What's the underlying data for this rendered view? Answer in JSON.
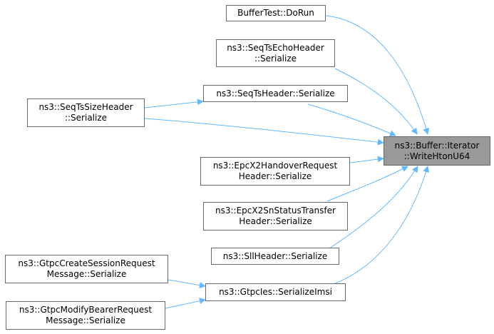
{
  "graph": {
    "edge_color": "#63b8ff",
    "target": {
      "line1": "ns3::Buffer::Iterator",
      "line2": "::WriteHtonU64",
      "fill": "#999999"
    },
    "nodes": {
      "buffertest": {
        "line1": "BufferTest::DoRun"
      },
      "seqtsecho": {
        "line1": "ns3::SeqTsEchoHeader",
        "line2": "::Serialize"
      },
      "seqtsheader": {
        "line1": "ns3::SeqTsHeader::Serialize"
      },
      "seqtssize": {
        "line1": "ns3::SeqTsSizeHeader",
        "line2": "::Serialize"
      },
      "epcx2handover": {
        "line1": "ns3::EpcX2HandoverRequest",
        "line2": "Header::Serialize"
      },
      "epcx2sn": {
        "line1": "ns3::EpcX2SnStatusTransfer",
        "line2": "Header::Serialize"
      },
      "sllheader": {
        "line1": "ns3::SllHeader::Serialize"
      },
      "gtpcies": {
        "line1": "ns3::GtpcIes::SerializeImsi"
      },
      "gtpccreate": {
        "line1": "ns3::GtpcCreateSessionRequest",
        "line2": "Message::Serialize"
      },
      "gtpcmodify": {
        "line1": "ns3::GtpcModifyBearerRequest",
        "line2": "Message::Serialize"
      }
    }
  }
}
